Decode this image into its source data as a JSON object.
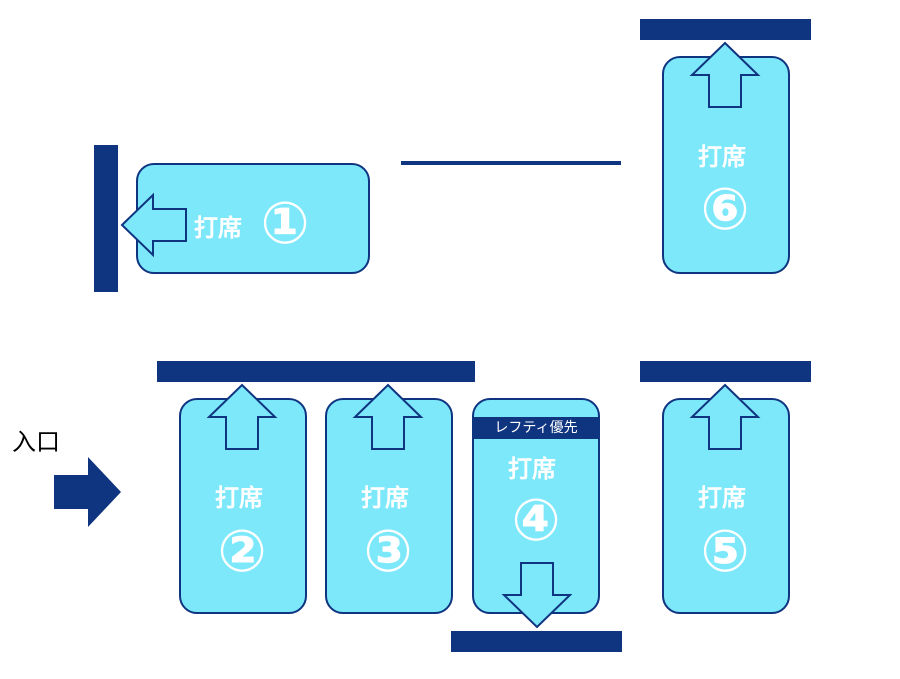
{
  "entrance": {
    "label": "入口"
  },
  "booths": [
    {
      "id": "1",
      "label": "打席",
      "number": "①",
      "arrow": "left"
    },
    {
      "id": "2",
      "label": "打席",
      "number": "②",
      "arrow": "up"
    },
    {
      "id": "3",
      "label": "打席",
      "number": "③",
      "arrow": "up"
    },
    {
      "id": "4",
      "label": "打席",
      "number": "④",
      "arrow": "down",
      "badge": "レフティ優先"
    },
    {
      "id": "5",
      "label": "打席",
      "number": "⑤",
      "arrow": "up"
    },
    {
      "id": "6",
      "label": "打席",
      "number": "⑥",
      "arrow": "up"
    }
  ],
  "colors": {
    "booth_fill": "#7ee8fb",
    "wall": "#0f3480",
    "arrow_outline": "#0f3480",
    "text_on_booth": "#ffffff"
  }
}
